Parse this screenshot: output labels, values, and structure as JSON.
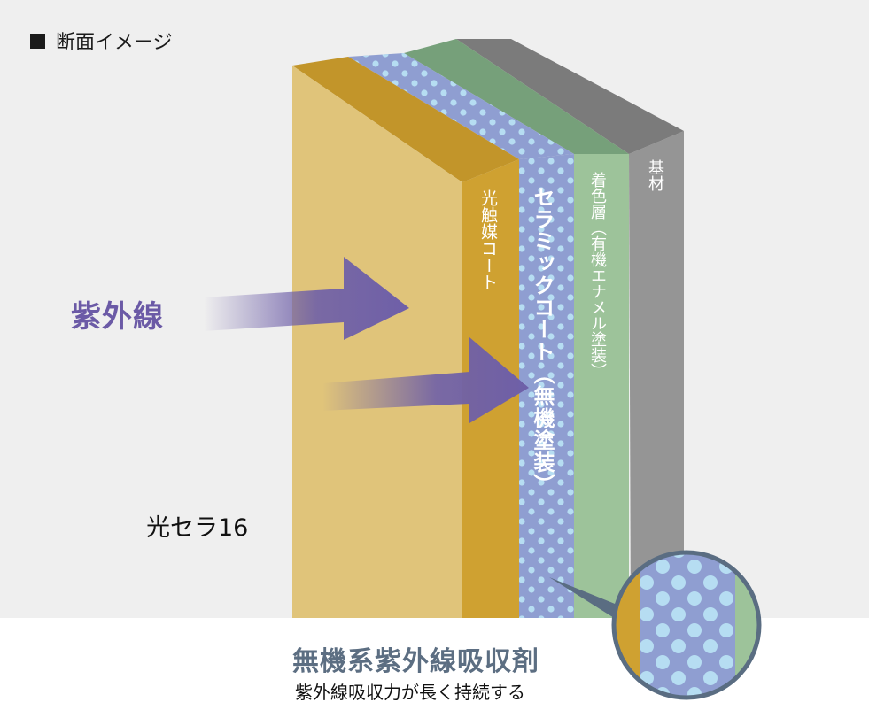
{
  "heading": "断面イメージ",
  "uv_label": "紫外線",
  "product_label": "光セラ16",
  "layers": {
    "photocatalyst": "光触媒コート",
    "ceramic": "セラミックコート（無機塗装）",
    "color": "着色層（有機エナメル塗装）",
    "substrate": "基材"
  },
  "absorber": {
    "title": "無機系紫外線吸収剤",
    "description": "紫外線吸収力が長く持続する"
  },
  "colors": {
    "background": "#efefef",
    "photocatalyst_face": "#e0c47a",
    "photocatalyst_side": "#cfa131",
    "ceramic": "#8f9ed1",
    "ceramic_dots": "#b6ddf2",
    "color_layer": "#9dc39a",
    "color_layer_top": "#76a07a",
    "substrate": "#959595",
    "substrate_top": "#7b7b7b",
    "uv_arrow": "#6e5fa8",
    "absorber_title": "#5c6e82"
  },
  "icons": {
    "heading_marker": "square-bullet-icon",
    "uv_arrows": "arrow-right-icon",
    "magnifier": "magnifier-circle-icon"
  }
}
